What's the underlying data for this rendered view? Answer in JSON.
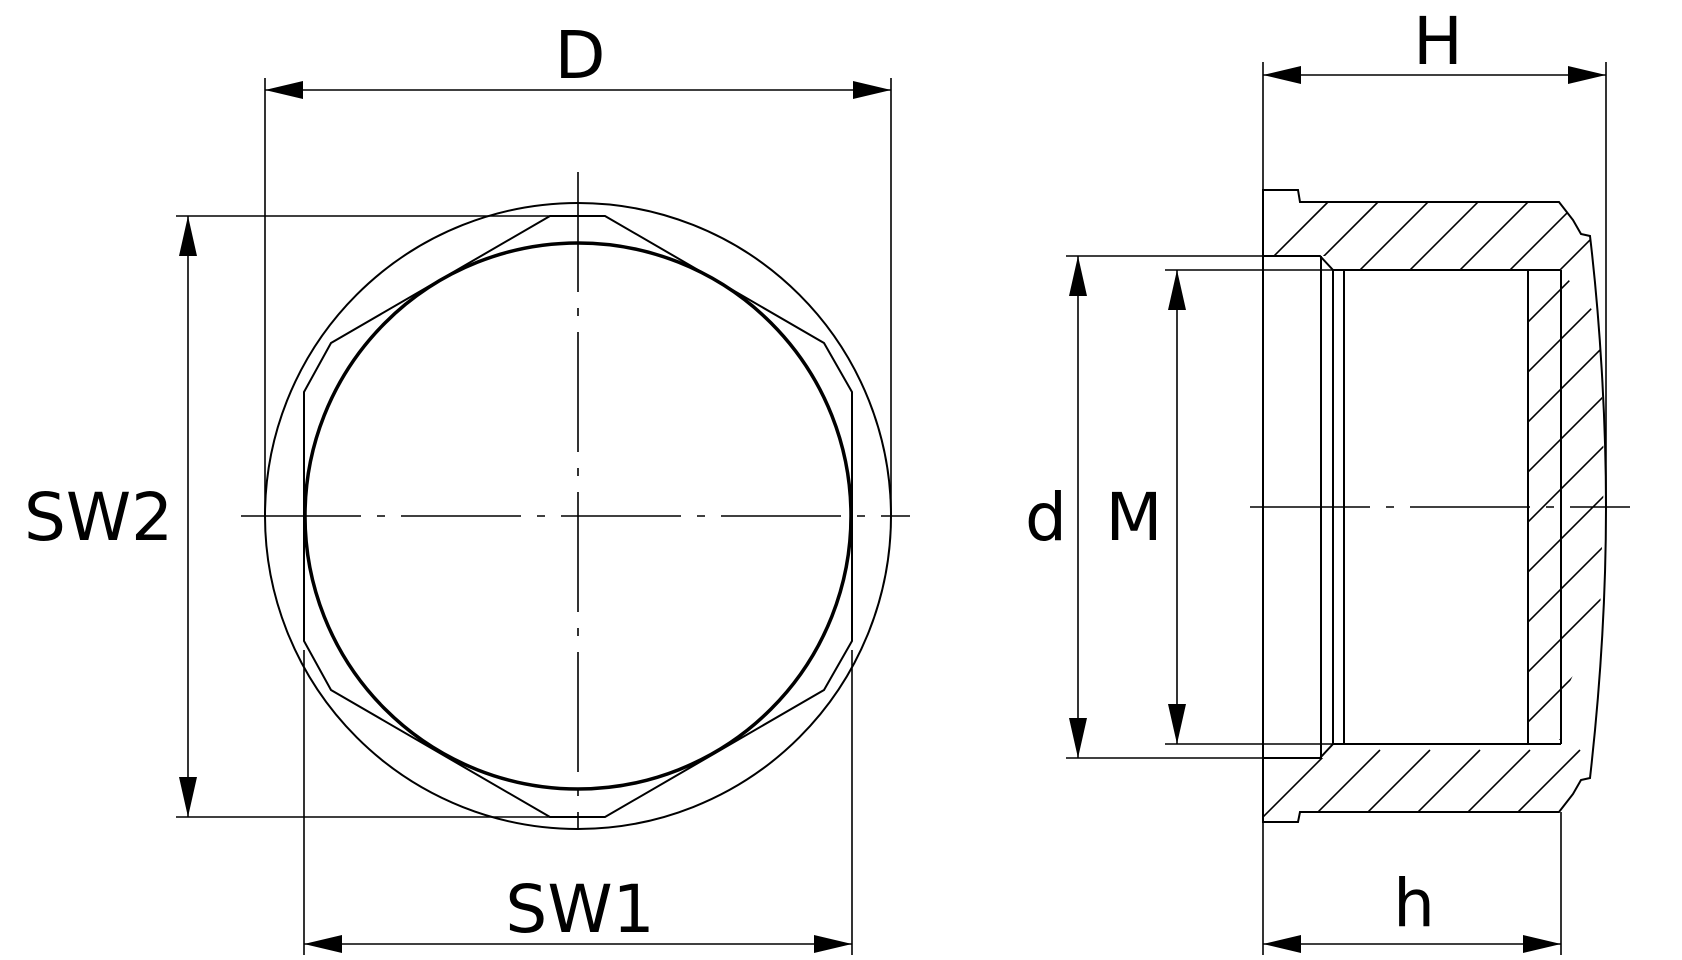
{
  "labels": {
    "D": "D",
    "SW1": "SW1",
    "SW2": "SW2",
    "d": "d",
    "M": "M",
    "H": "H",
    "h": "h"
  }
}
